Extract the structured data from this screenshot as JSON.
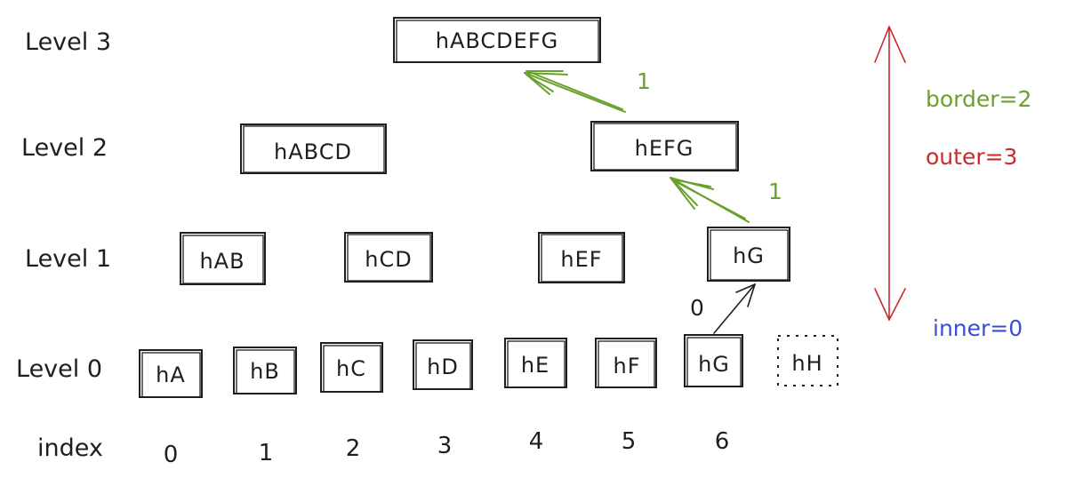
{
  "levels": {
    "l3": "Level 3",
    "l2": "Level 2",
    "l1": "Level 1",
    "l0": "Level 0",
    "index": "index"
  },
  "nodes": {
    "level3": "hABCDEFG",
    "level2": [
      "hABCD",
      "hEFG"
    ],
    "level1": [
      "hAB",
      "hCD",
      "hEF",
      "hG"
    ],
    "level0": [
      "hA",
      "hB",
      "hC",
      "hD",
      "hE",
      "hF",
      "hG"
    ],
    "empty": "hH"
  },
  "indices": [
    "0",
    "1",
    "2",
    "3",
    "4",
    "5",
    "6"
  ],
  "edge_labels": {
    "level2_to_3": "1",
    "level1_to_2": "1",
    "level0_to_1": "0"
  },
  "annotations": {
    "border": "border=2",
    "outer": "outer=3",
    "inner": "inner=0"
  },
  "colors": {
    "green": "#6aa12c",
    "red": "#c92a2a",
    "blue": "#3a4fd0",
    "ink": "#1e1e1e"
  }
}
